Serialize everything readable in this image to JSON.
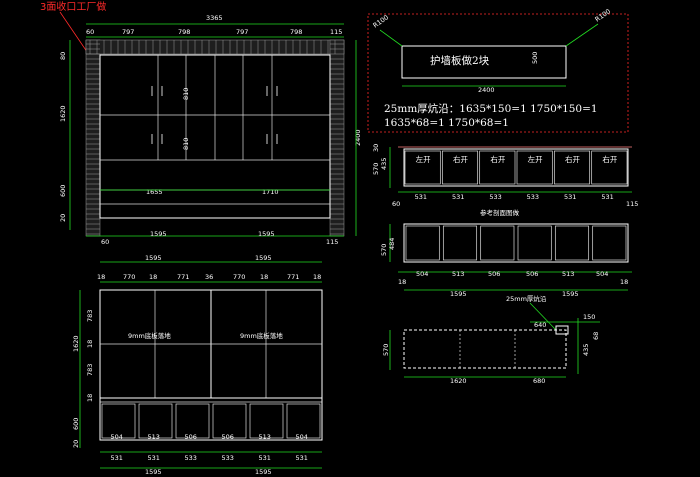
{
  "note": "3面收口工厂做",
  "colors": {
    "background": "#000000",
    "lines": "#ffffff",
    "dimension": "#22dd22",
    "note": "#ff2a2a",
    "border": "#ff2a2a"
  },
  "elevation": {
    "total_width": "3365",
    "top_dims": [
      "60",
      "797",
      "798",
      "797",
      "798",
      "115"
    ],
    "left_dims": [
      "80",
      "1620",
      "600",
      "20"
    ],
    "right_height": "2400",
    "mid_dims": [
      "1655",
      "1710"
    ],
    "bottom_dims": [
      "60",
      "1595",
      "1595",
      "115"
    ],
    "door_heights": [
      "810",
      "810"
    ]
  },
  "panel_box": {
    "title": "护墙板做2块",
    "corner_left": "R100",
    "corner_right": "R100",
    "width": "2400",
    "height": "500",
    "spec_line1": "25mm厚炕沿：1635*150=1     1750*150=1",
    "spec_line2": "1635*68=1      1750*68=1"
  },
  "cabinet_row": {
    "labels": [
      "左开",
      "右开",
      "右开",
      "左开",
      "右开",
      "右开"
    ],
    "bottom_dims": [
      "60",
      "531",
      "531",
      "533",
      "533",
      "531",
      "531",
      "115"
    ],
    "left_dims": [
      "30",
      "570",
      "435"
    ]
  },
  "ref_caption": "参考剖面图做",
  "shelf_row": {
    "left_dims": [
      "570",
      "484"
    ],
    "dims": [
      "18",
      "504",
      "513",
      "506",
      "506",
      "513",
      "504",
      "18"
    ],
    "totals": [
      "1595",
      "1595"
    ]
  },
  "plan": {
    "top_totals": [
      "1595",
      "1595"
    ],
    "top_dims": [
      "18",
      "770",
      "18",
      "771",
      "36",
      "770",
      "18",
      "771",
      "18"
    ],
    "left_dims": [
      "1620",
      "783",
      "18",
      "783",
      "18",
      "600",
      "20"
    ],
    "floor_label_left": "9mm底板落地",
    "floor_label_right": "9mm底板落地",
    "bottom_dims": [
      "504",
      "513",
      "506",
      "506",
      "513",
      "504"
    ],
    "bottom_dims2": [
      "531",
      "531",
      "533",
      "533",
      "531",
      "531"
    ],
    "bottom_totals": [
      "1595",
      "1595"
    ],
    "small_marks": [
      "18",
      "18",
      "18",
      "18"
    ]
  },
  "section": {
    "caption": "25mm厚炕沿",
    "dims_top": [
      "640",
      "150"
    ],
    "left_dim": "570",
    "right_dims": [
      "435",
      "68"
    ],
    "bottom_dims": [
      "1620",
      "680"
    ]
  }
}
